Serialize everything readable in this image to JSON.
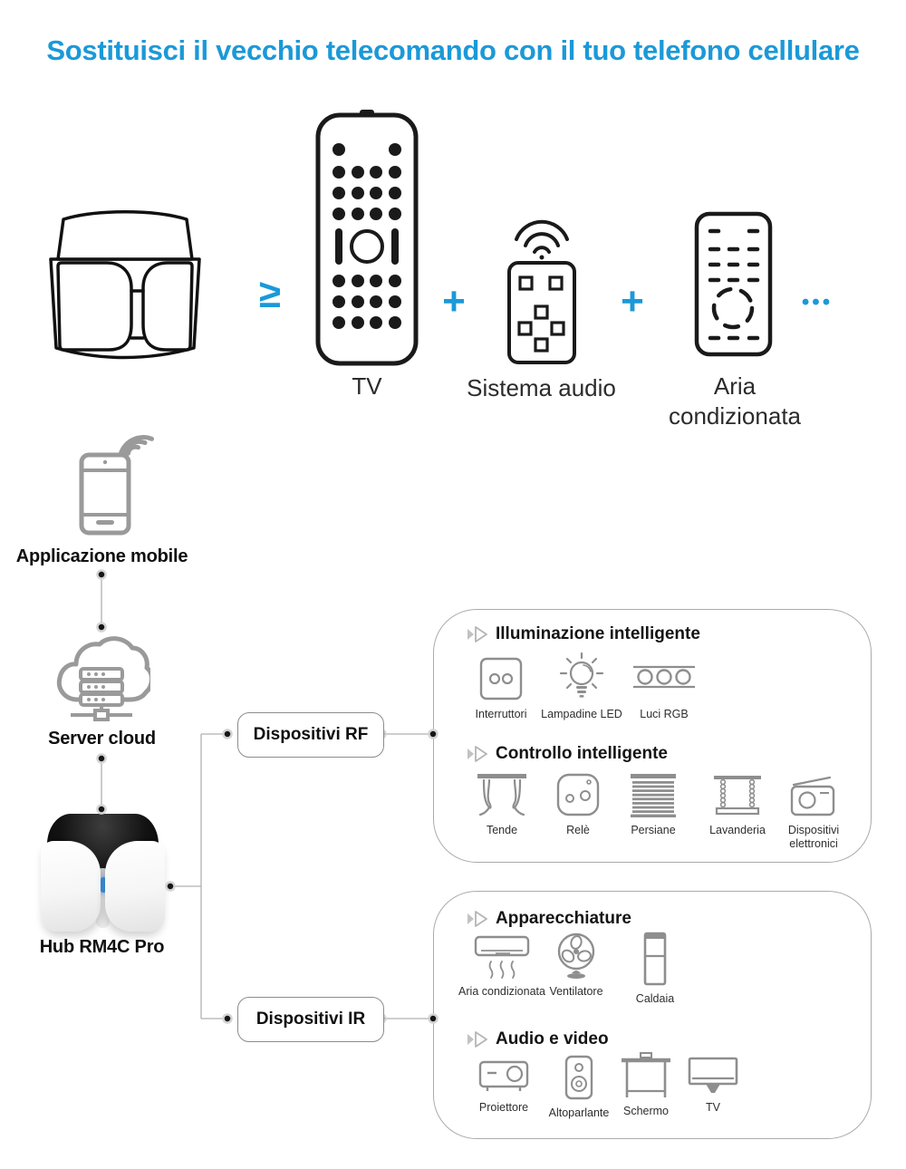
{
  "title": "Sostituisci il vecchio telecomando con il tuo telefono cellulare",
  "colors": {
    "accent": "#1b99d8",
    "icon_gray": "#8e8e8e",
    "line_gray": "#b0b0b0"
  },
  "symbols": {
    "geq": "≥",
    "plus": "+",
    "more_devices": "•••"
  },
  "top_row": {
    "remotes": [
      {
        "label": "TV"
      },
      {
        "label": "Sistema audio"
      },
      {
        "label": "Aria condizionata"
      }
    ]
  },
  "chain": {
    "mobile_label": "Applicazione mobile",
    "cloud_label": "Server cloud",
    "hub_label": "Hub RM4C Pro"
  },
  "branches": {
    "rf_label": "Dispositivi RF",
    "ir_label": "Dispositivi IR"
  },
  "rf_panel": {
    "sections": [
      {
        "title": "Illuminazione intelligente",
        "items": [
          {
            "label": "Interruttori"
          },
          {
            "label": "Lampadine LED"
          },
          {
            "label": "Luci RGB"
          }
        ]
      },
      {
        "title": "Controllo intelligente",
        "items": [
          {
            "label": "Tende"
          },
          {
            "label": "Relè"
          },
          {
            "label": "Persiane"
          },
          {
            "label": "Lavanderia"
          },
          {
            "label": "Dispositivi elettronici"
          }
        ]
      }
    ]
  },
  "ir_panel": {
    "sections": [
      {
        "title": "Apparecchiature",
        "items": [
          {
            "label": "Aria condizionata"
          },
          {
            "label": "Ventilatore"
          },
          {
            "label": "Caldaia"
          }
        ]
      },
      {
        "title": "Audio e video",
        "items": [
          {
            "label": "Proiettore"
          },
          {
            "label": "Altoparlante"
          },
          {
            "label": "Schermo"
          },
          {
            "label": "TV"
          }
        ]
      }
    ]
  }
}
